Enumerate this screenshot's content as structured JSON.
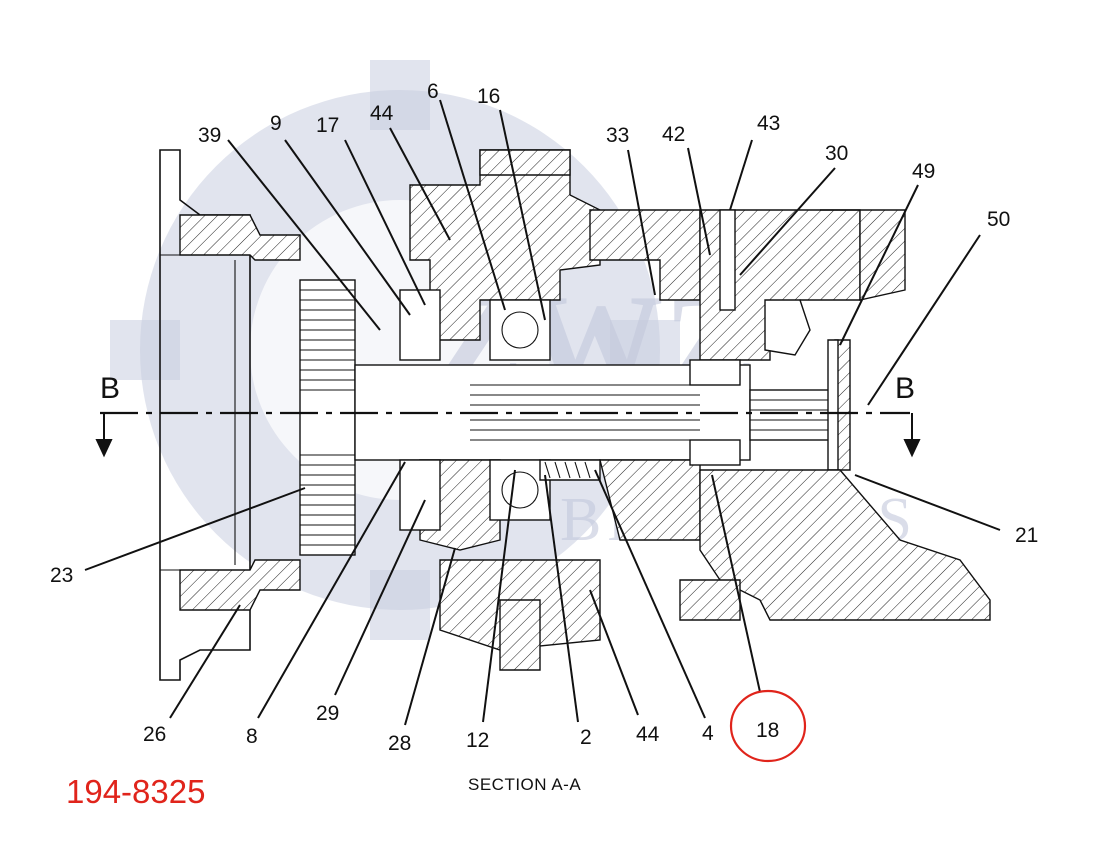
{
  "callouts": [
    {
      "id": "39",
      "text": "39"
    },
    {
      "id": "9",
      "text": "9"
    },
    {
      "id": "17",
      "text": "17"
    },
    {
      "id": "44a",
      "text": "44"
    },
    {
      "id": "6",
      "text": "6"
    },
    {
      "id": "16",
      "text": "16"
    },
    {
      "id": "33",
      "text": "33"
    },
    {
      "id": "42",
      "text": "42"
    },
    {
      "id": "43",
      "text": "43"
    },
    {
      "id": "30",
      "text": "30"
    },
    {
      "id": "49",
      "text": "49"
    },
    {
      "id": "50",
      "text": "50"
    },
    {
      "id": "21",
      "text": "21"
    },
    {
      "id": "23",
      "text": "23"
    },
    {
      "id": "26",
      "text": "26"
    },
    {
      "id": "8",
      "text": "8"
    },
    {
      "id": "29",
      "text": "29"
    },
    {
      "id": "28",
      "text": "28"
    },
    {
      "id": "12",
      "text": "12"
    },
    {
      "id": "2",
      "text": "2"
    },
    {
      "id": "44b",
      "text": "44"
    },
    {
      "id": "4",
      "text": "4"
    },
    {
      "id": "18",
      "text": "18"
    }
  ],
  "highlighted_callout": "18",
  "section_title": "SECTION A-A",
  "section_marker_left": "B",
  "section_marker_right": "B",
  "part_number": "194-8325",
  "watermark": {
    "brand": "ZWZ",
    "subtitle": "BEARINGS"
  },
  "colors": {
    "part_number": "#e0241b",
    "highlight_circle": "#e0241b",
    "watermark": "#c9cde0"
  }
}
